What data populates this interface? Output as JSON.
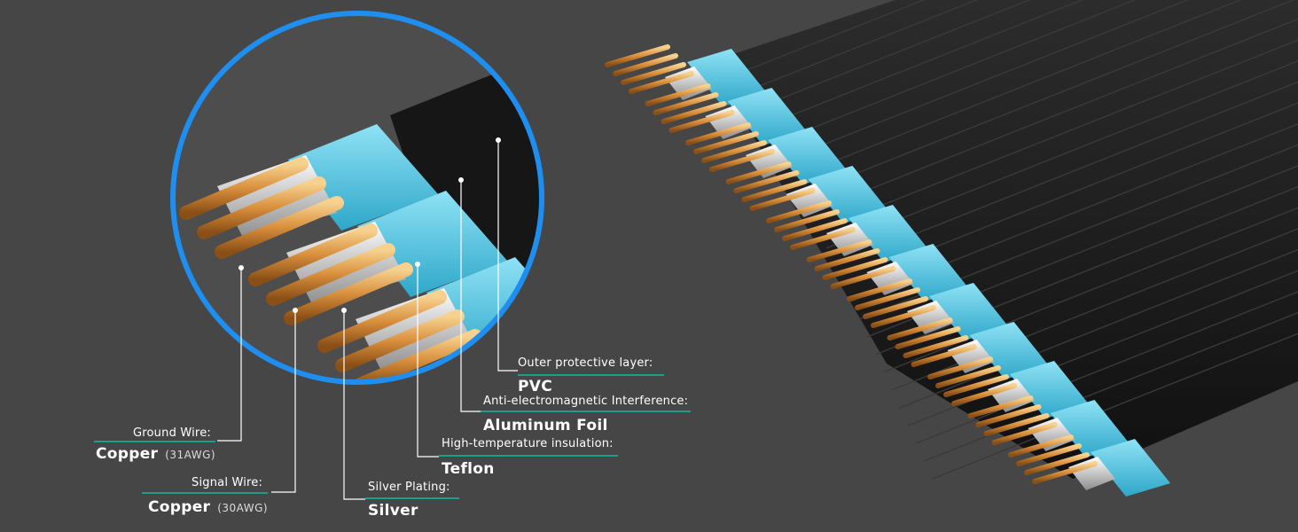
{
  "colors": {
    "background": "#464646",
    "ring": "#1e8ff0",
    "accent_rule": "#1f9c8a",
    "copper": "#e3a24f",
    "teflon": "#5fcbe8",
    "pvc": "#1b1b1b",
    "silver": "#dcdcdc"
  },
  "labels": {
    "outer": {
      "caption": "Outer protective layer:",
      "value": "PVC"
    },
    "foil": {
      "caption": "Anti-electromagnetic Interference:",
      "value": "Aluminum Foil"
    },
    "insulation": {
      "caption": "High-temperature insulation:",
      "value": "Teflon"
    },
    "plating": {
      "caption": "Silver Plating:",
      "value": "Silver"
    },
    "ground": {
      "caption": "Ground Wire:",
      "value": "Copper",
      "awg": "(31AWG)"
    },
    "signal": {
      "caption": "Signal Wire:",
      "value": "Copper",
      "awg": "(30AWG)"
    }
  }
}
